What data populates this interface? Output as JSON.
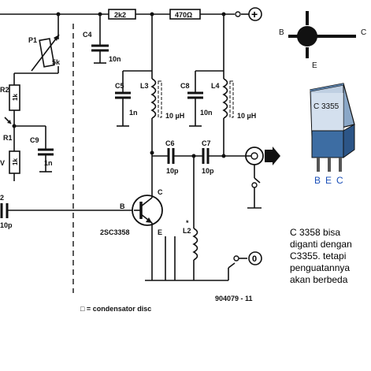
{
  "components": {
    "r_2k2": "2k2",
    "r_470": "470Ω",
    "c4": "C4",
    "c4_val": "10n",
    "p1": "P1",
    "p1_val": "5k",
    "r2": "R2",
    "r2_val": "1k",
    "r1": "R1",
    "r1_val": "1k",
    "c5": "C5",
    "c5_val": "1n",
    "l3": "L3",
    "l3_val": "10 µH",
    "c8": "C8",
    "c8_val": "10n",
    "l4": "L4",
    "l4_val": "10 µH",
    "c9": "C9",
    "c9_val": "1n",
    "c6": "C6",
    "c6_val": "10p",
    "c7": "C7",
    "c7_val": "10p",
    "c2_num": "2",
    "c2_val": "10p",
    "v_partial": "V",
    "transistor": "2SC3358",
    "pin_b": "B",
    "pin_c": "C",
    "pin_e": "E",
    "l2": "L2",
    "l2_mark": "*",
    "plus": "+",
    "zero": "0",
    "drawing_no": "904079 - 11",
    "legend": "□ = condensator disc"
  },
  "pinout": {
    "b": "B",
    "c": "C",
    "e": "E"
  },
  "package": {
    "name": "C 3355",
    "pins": [
      "B",
      "E",
      "C"
    ]
  },
  "note": {
    "lines": [
      "C 3358 bisa",
      "diganti dengan",
      "C3355. tetapi",
      "penguatannya",
      "akan berbeda"
    ]
  }
}
